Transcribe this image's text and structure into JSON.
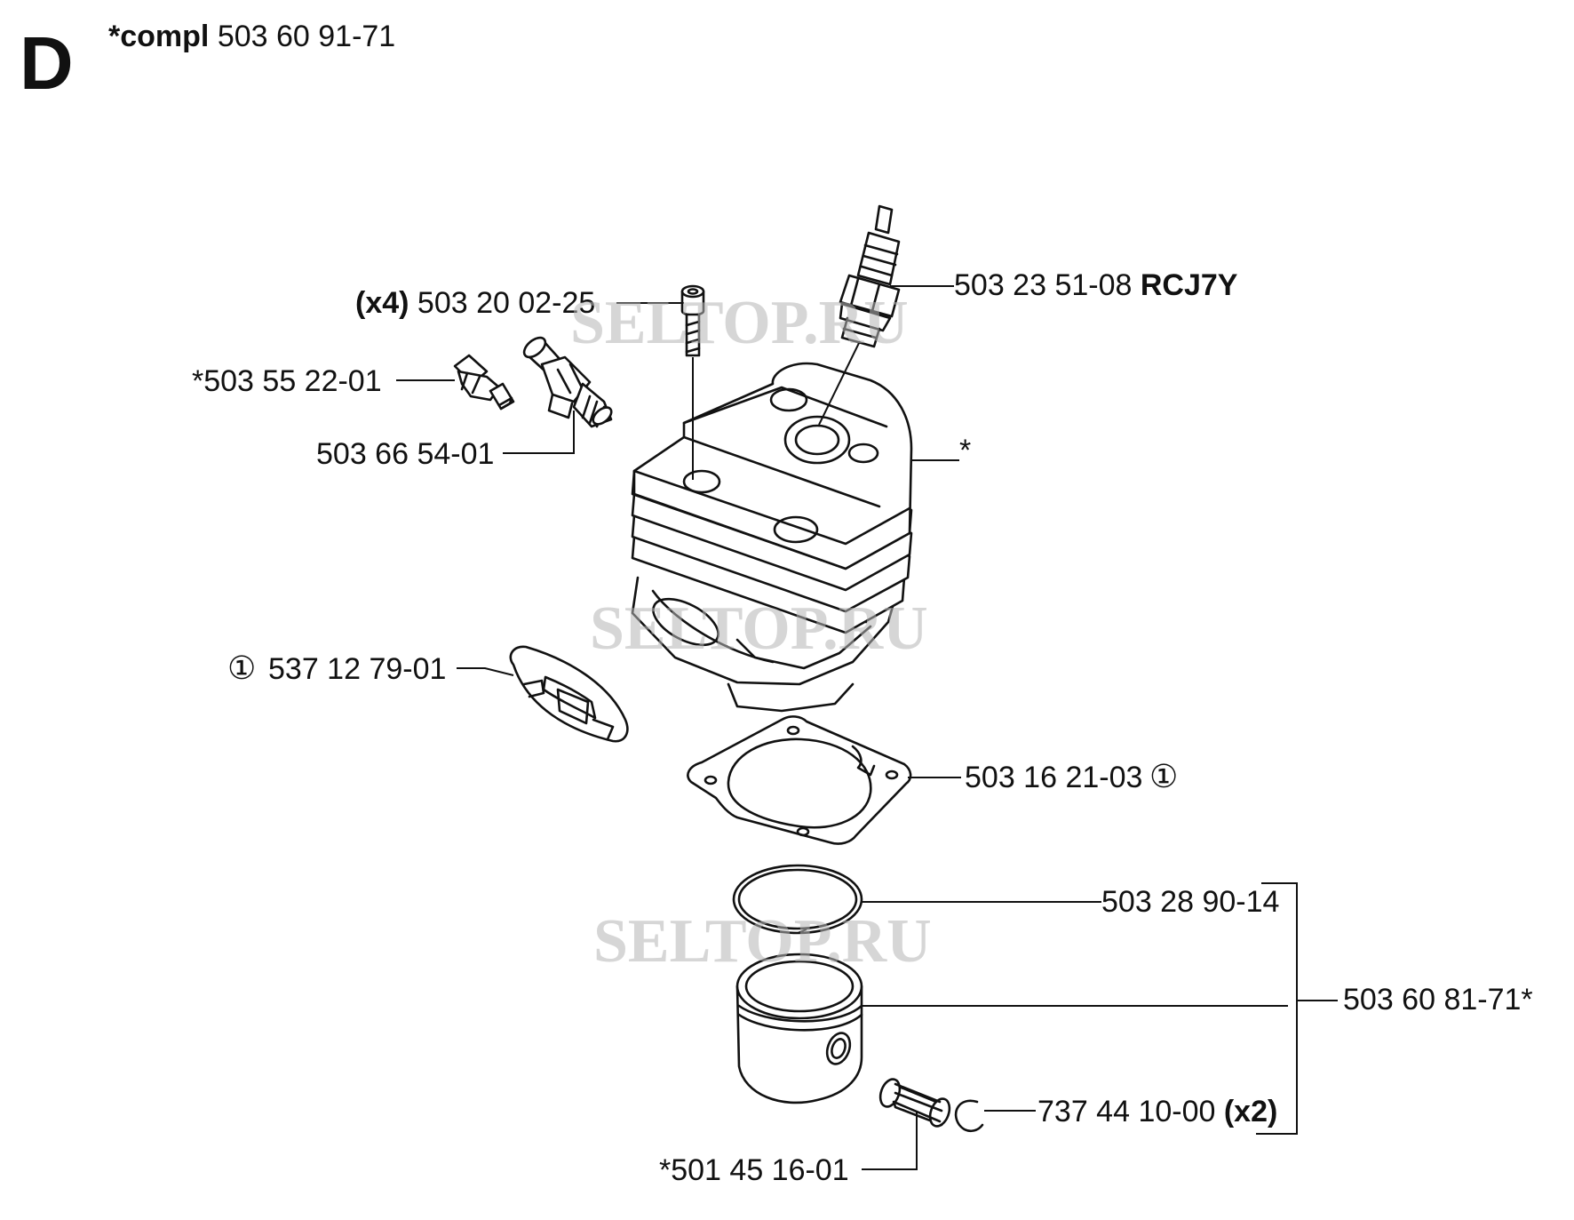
{
  "header": {
    "section_letter": "D",
    "compl_prefix": "*compl",
    "compl_number": "503 60 91-71"
  },
  "watermark": "SELTOP.RU",
  "labels": {
    "screw_qty": "(x4)",
    "screw_number": "503 20 02-25",
    "spark_plug_number": "503 23 51-08",
    "spark_plug_type": "RCJ7Y",
    "valve_number": "*503 55 22-01",
    "fitting_number": "503 66 54-01",
    "cylinder_marker": "*",
    "gasket_small_number": "537 12 79-01",
    "gasket_small_marker": "①",
    "base_gasket_number": "503 16 21-03",
    "base_gasket_marker": "①",
    "piston_ring_number": "503 28 90-14",
    "piston_kit_number": "503 60 81-71*",
    "circlip_number": "737 44 10-00",
    "circlip_qty": "(x2)",
    "bearing_number": "*501 45 16-01"
  }
}
